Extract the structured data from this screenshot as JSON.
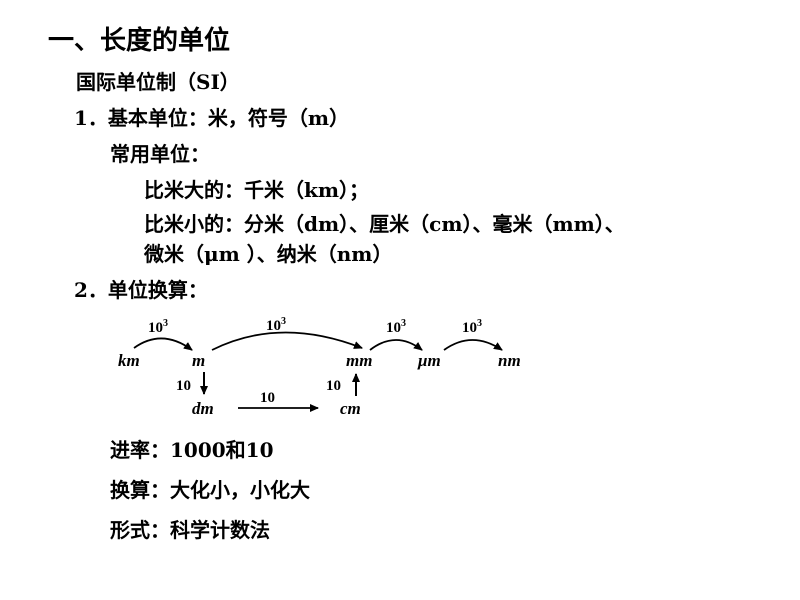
{
  "title": "一、长度的单位",
  "si_heading": "国际单位制（SI）",
  "item1": "1．基本单位：米，符号（m）",
  "common_units": "常用单位：",
  "larger": "比米大的：千米（km）；",
  "smaller_line1": "比米小的：分米（dm）、厘米（cm）、毫米（mm）、",
  "smaller_line2": "微米（μm ）、纳米（nm）",
  "item2": "2．单位换算：",
  "diagram": {
    "units": {
      "km": "km",
      "m": "m",
      "mm": "mm",
      "um": "μm",
      "nm": "nm",
      "dm": "dm",
      "cm": "cm"
    },
    "factor_base": "10",
    "factor_exp": "3",
    "factor_ten": "10"
  },
  "rate": "进率：1000和10",
  "conversion": "换算：大化小，小化大",
  "form": "形式：科学计数法"
}
